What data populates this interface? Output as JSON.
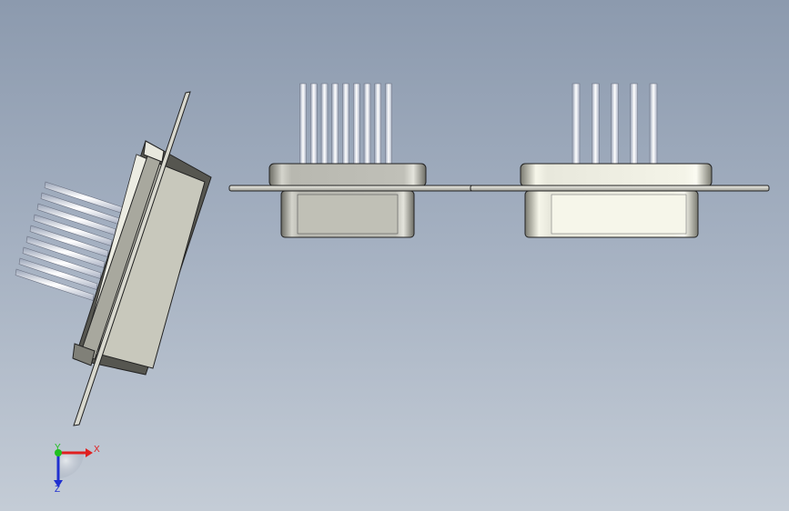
{
  "viewport": {
    "background_top": "#8c9aae",
    "background_bottom": "#c4ccd6"
  },
  "views": [
    {
      "name": "rotated-iso-view",
      "pins": 9
    },
    {
      "name": "front-view-grey",
      "pins": 9
    },
    {
      "name": "front-view-cream",
      "pins": 5
    }
  ],
  "triad": {
    "x_label": "X",
    "y_label": "Y",
    "z_label": "Z",
    "x_color": "#e02020",
    "y_color": "#20c020",
    "z_color": "#2030d0"
  }
}
